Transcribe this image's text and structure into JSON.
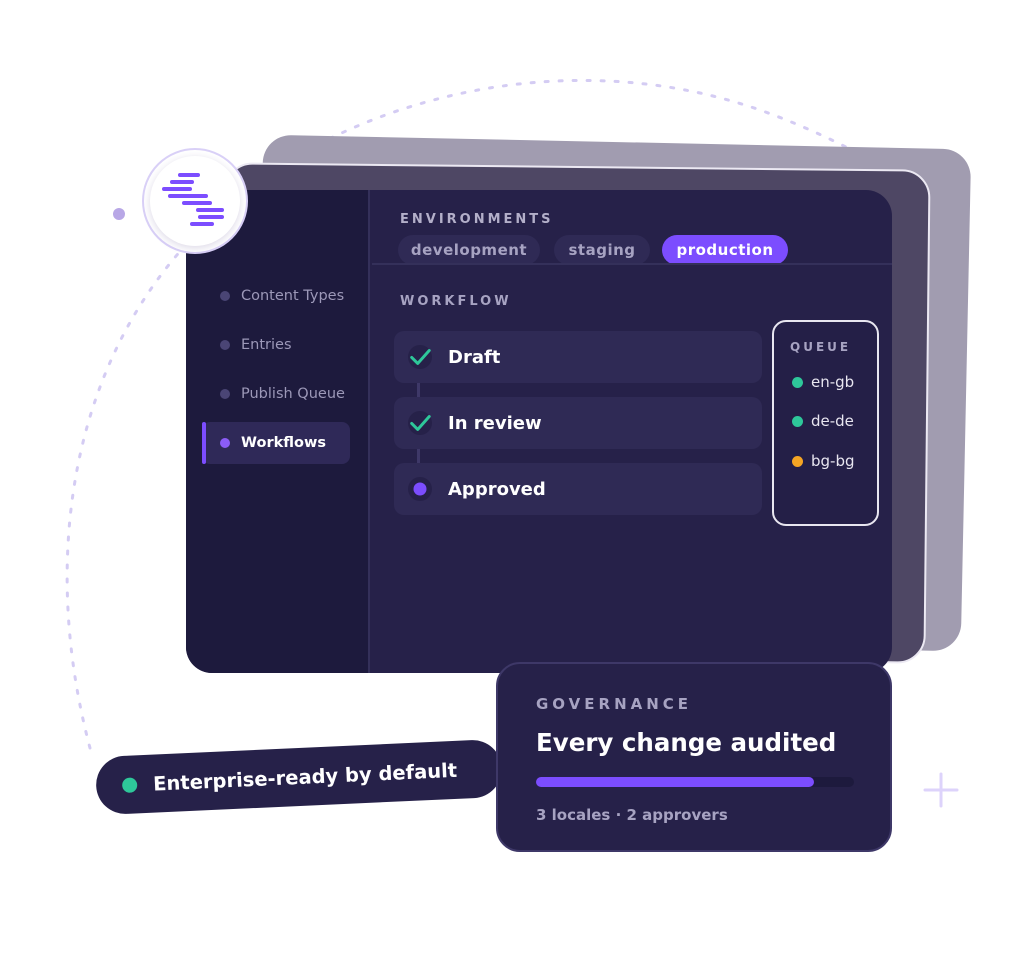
{
  "sidebar": {
    "items": [
      {
        "label": "Content Types",
        "active": false
      },
      {
        "label": "Entries",
        "active": false
      },
      {
        "label": "Publish Queue",
        "active": false
      },
      {
        "label": "Workflows",
        "active": true
      }
    ]
  },
  "environments": {
    "heading": "ENVIRONMENTS",
    "tabs": [
      {
        "label": "development",
        "selected": false
      },
      {
        "label": "staging",
        "selected": false
      },
      {
        "label": "production",
        "selected": true
      }
    ]
  },
  "workflow": {
    "heading": "WORKFLOW",
    "steps": [
      {
        "label": "Draft",
        "status": "done",
        "icon": "check-icon"
      },
      {
        "label": "In review",
        "status": "done",
        "icon": "check-icon"
      },
      {
        "label": "Approved",
        "status": "current",
        "icon": "dot-icon"
      }
    ]
  },
  "queue": {
    "heading": "QUEUE",
    "items": [
      {
        "label": "en-gb",
        "color": "#2ec79a"
      },
      {
        "label": "de-de",
        "color": "#2ec79a"
      },
      {
        "label": "bg-bg",
        "color": "#f5a524"
      }
    ]
  },
  "badge": {
    "text": "Enterprise-ready by default",
    "dot_color": "#2ec79a"
  },
  "governance": {
    "heading": "GOVERNANCE",
    "title": "Every change audited",
    "progress": 0.875,
    "meta": "3 locales · 2 approvers"
  },
  "colors": {
    "accent": "#7c4dff",
    "success": "#2ec79a",
    "warning": "#f5a524",
    "panel": "#262149",
    "sidebar": "#1d1a3d"
  },
  "icons": [
    "logo-icon",
    "check-icon",
    "dot-icon",
    "plus-icon"
  ]
}
